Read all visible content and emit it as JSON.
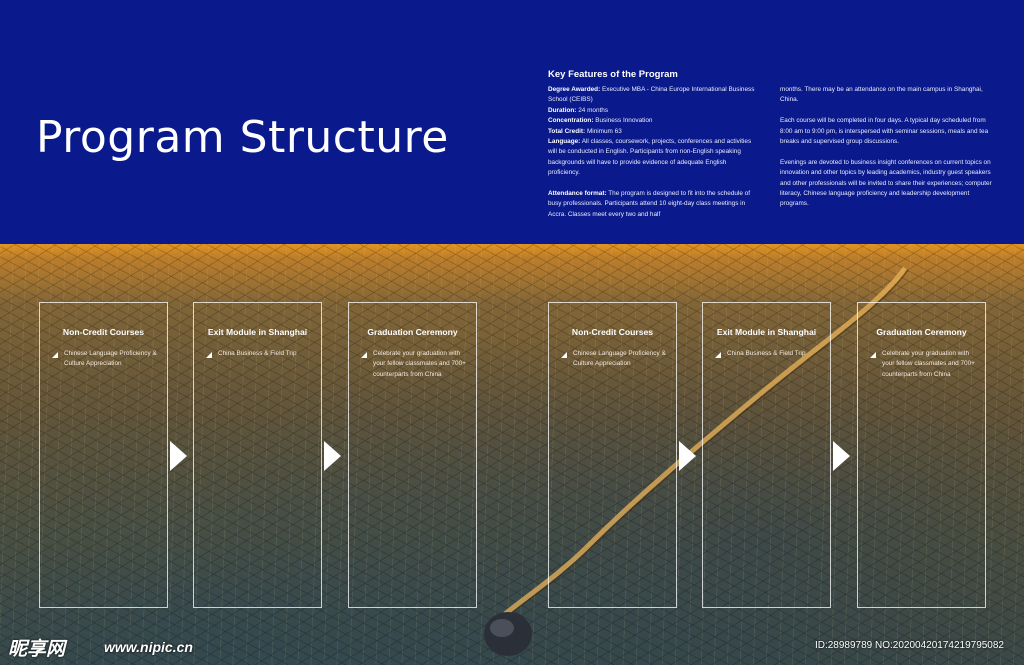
{
  "header": {
    "title": "Program Structure",
    "key_features_heading": "Key Features of the Program"
  },
  "features_left": {
    "degree_label": "Degree Awarded:",
    "degree_value": "Executive MBA - China Europe International Business School (CEIBS)",
    "duration_label": "Duration:",
    "duration_value": "24 months",
    "concentration_label": "Concentration:",
    "concentration_value": "Business Innovation",
    "credit_label": "Total Credit:",
    "credit_value": "Minimum 63",
    "language_label": "Language:",
    "language_value": "All classes, coursework, projects, conferences and activities will be conducted in English. Participants from non-English speaking backgrounds will have to provide evidence of adequate English proficiency.",
    "attendance_label": "Attendance format:",
    "attendance_value": "The program is designed to fit into the schedule of busy professionals. Participants attend 10 eight-day class meetings in Accra. Classes meet every two and half"
  },
  "features_right": {
    "para1": "months. There may be an attendance on the main campus in Shanghai, China.",
    "para2": "Each course will be completed in four days. A typical day scheduled from 8:00 am to 9:00 pm, is interspersed with seminar sessions, meals and tea breaks and supervised group discussions.",
    "para3": "Evenings are devoted to business insight conferences on current topics on innovation and other topics by leading academics, industry guest speakers and other professionals will be invited to share their experiences; computer literacy, Chinese language proficiency and leadership development programs."
  },
  "boxes": [
    {
      "title": "Non-Credit Courses",
      "text": "Chinese Language Proficiency & Culture Appreciation"
    },
    {
      "title": "Exit Module in Shanghai",
      "text": "China Business & Field Trip"
    },
    {
      "title": "Graduation Ceremony",
      "text": "Celebrate your graduation with your fellow classmates and 700+ counterparts from China"
    },
    {
      "title": "Non-Credit Courses",
      "text": "Chinese Language Proficiency & Culture Appreciation"
    },
    {
      "title": "Exit Module in Shanghai",
      "text": "China Business & Field Trip"
    },
    {
      "title": "Graduation Ceremony",
      "text": "Celebrate your graduation with your fellow classmates and 700+ counterparts from China"
    }
  ],
  "icons": {
    "bullet": "triangle-bullet-icon",
    "arrow": "chevron-right-arrow-icon"
  },
  "colors": {
    "band": "#0a1a8c",
    "text": "#ffffff"
  },
  "watermark": {
    "logo": "昵享网",
    "url": "www.nipic.cn",
    "id": "ID:28989789 NO:20200420174219795082"
  }
}
